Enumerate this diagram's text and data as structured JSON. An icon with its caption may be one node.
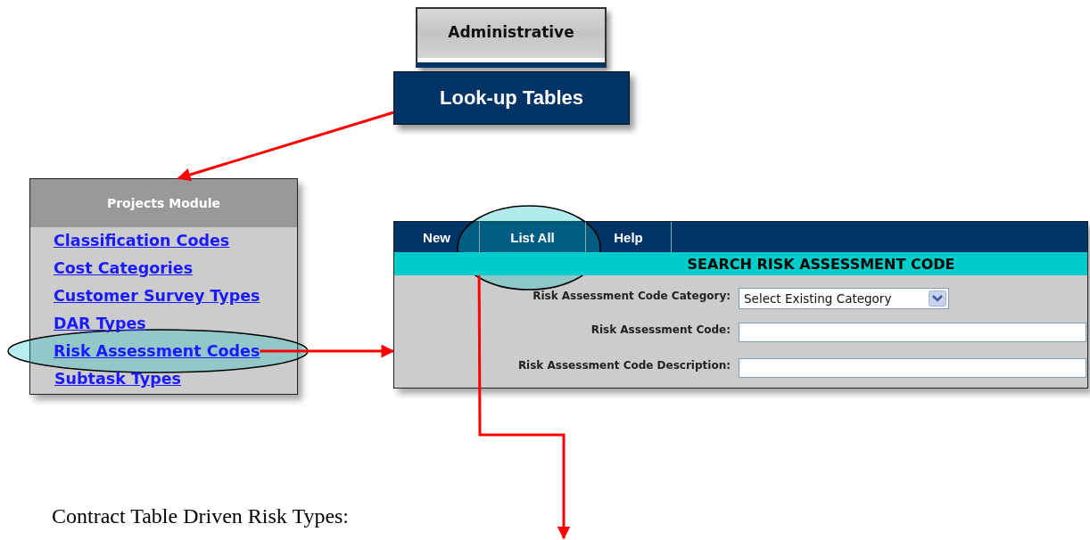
{
  "diagram": {
    "nodes": [
      {
        "text": [
          "Administrative"
        ]
      },
      {
        "text": [
          "Look-up Tables"
        ]
      },
      {
        "text": [
          "Projects Module"
        ]
      },
      {
        "text": [
          "Classification Codes"
        ],
        "in": 2
      },
      {
        "text": [
          "Cost Categories"
        ],
        "in": 2
      },
      {
        "text": [
          "Customer Survey Types"
        ],
        "in": 2
      },
      {
        "text": [
          "DAR Types"
        ],
        "in": 2
      },
      {
        "text": [
          "Risk Assessment Codes"
        ],
        "in": 2
      },
      {
        "text": [
          "Subtask Types"
        ],
        "in": 2
      },
      {
        "text": [
          "SEARCH RISK ASSESSMENT CODE"
        ]
      },
      {
        "text": [
          "New"
        ],
        "in": 9
      },
      {
        "text": [
          "List All"
        ],
        "in": 9
      },
      {
        "text": [
          "Help"
        ],
        "in": 9
      }
    ],
    "edges": [
      {
        "from": 1,
        "to": 2,
        "arrow": "to"
      },
      {
        "from": 7,
        "to": 9,
        "arrow": "to"
      },
      {
        "from": 11,
        "to": null,
        "arrow": "to"
      }
    ],
    "labels": [
      "Risk Assessment Code Category:",
      "Select Existing Category",
      "Risk Assessment Code:",
      "Risk Assessment Code Description:",
      "Contract Table Driven Risk Types:"
    ]
  }
}
